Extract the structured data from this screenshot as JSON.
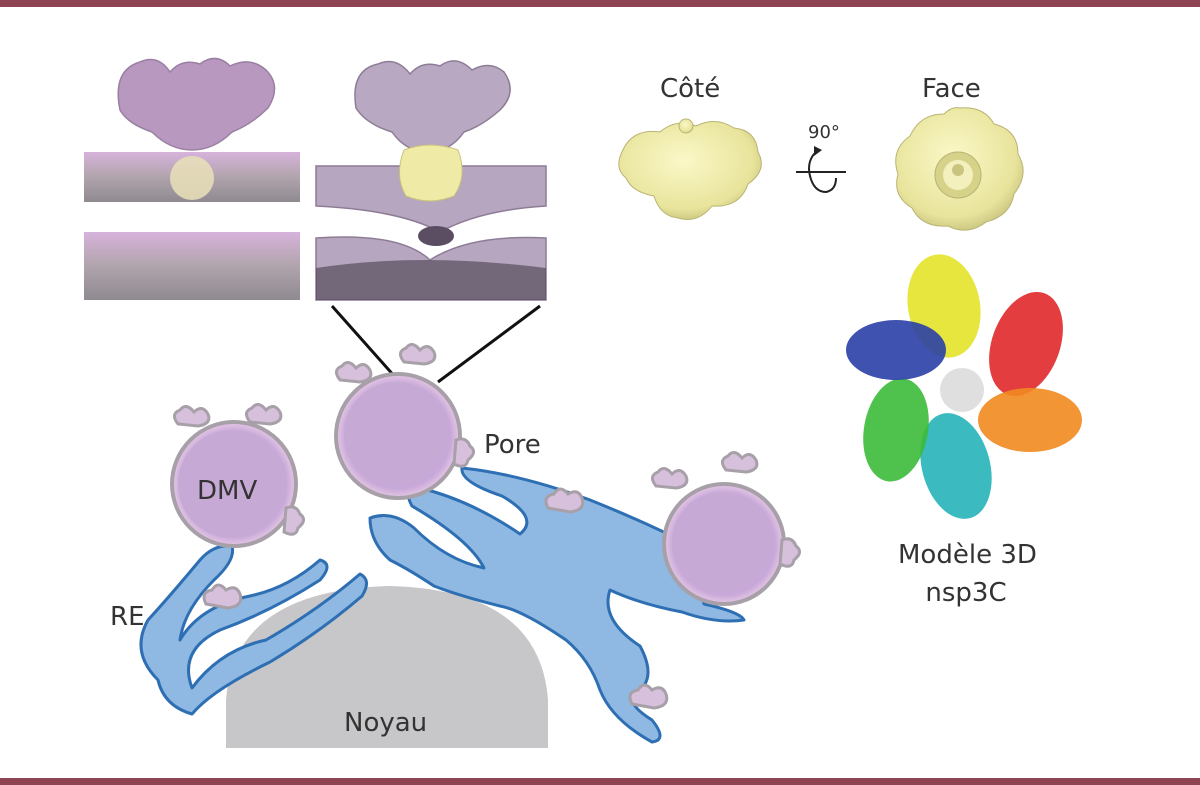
{
  "labels": {
    "side": "Côté",
    "front": "Face",
    "rotation": "90°",
    "dmv": "DMV",
    "pore": "Pore",
    "er": "RE",
    "nucleus": "Noyau",
    "model_line1": "Modèle 3D",
    "model_line2": "nsp3C"
  },
  "colors": {
    "frame": "#8e4452",
    "vesicle_fill": "#d9b7dd",
    "vesicle_outline": "#a8a0a8",
    "er_fill": "#8fb9e2",
    "er_outline": "#2e6fb4",
    "nucleus": "#c7c6c9",
    "pore_complex": "#efeaa6",
    "membrane": "#b7a6c0"
  }
}
